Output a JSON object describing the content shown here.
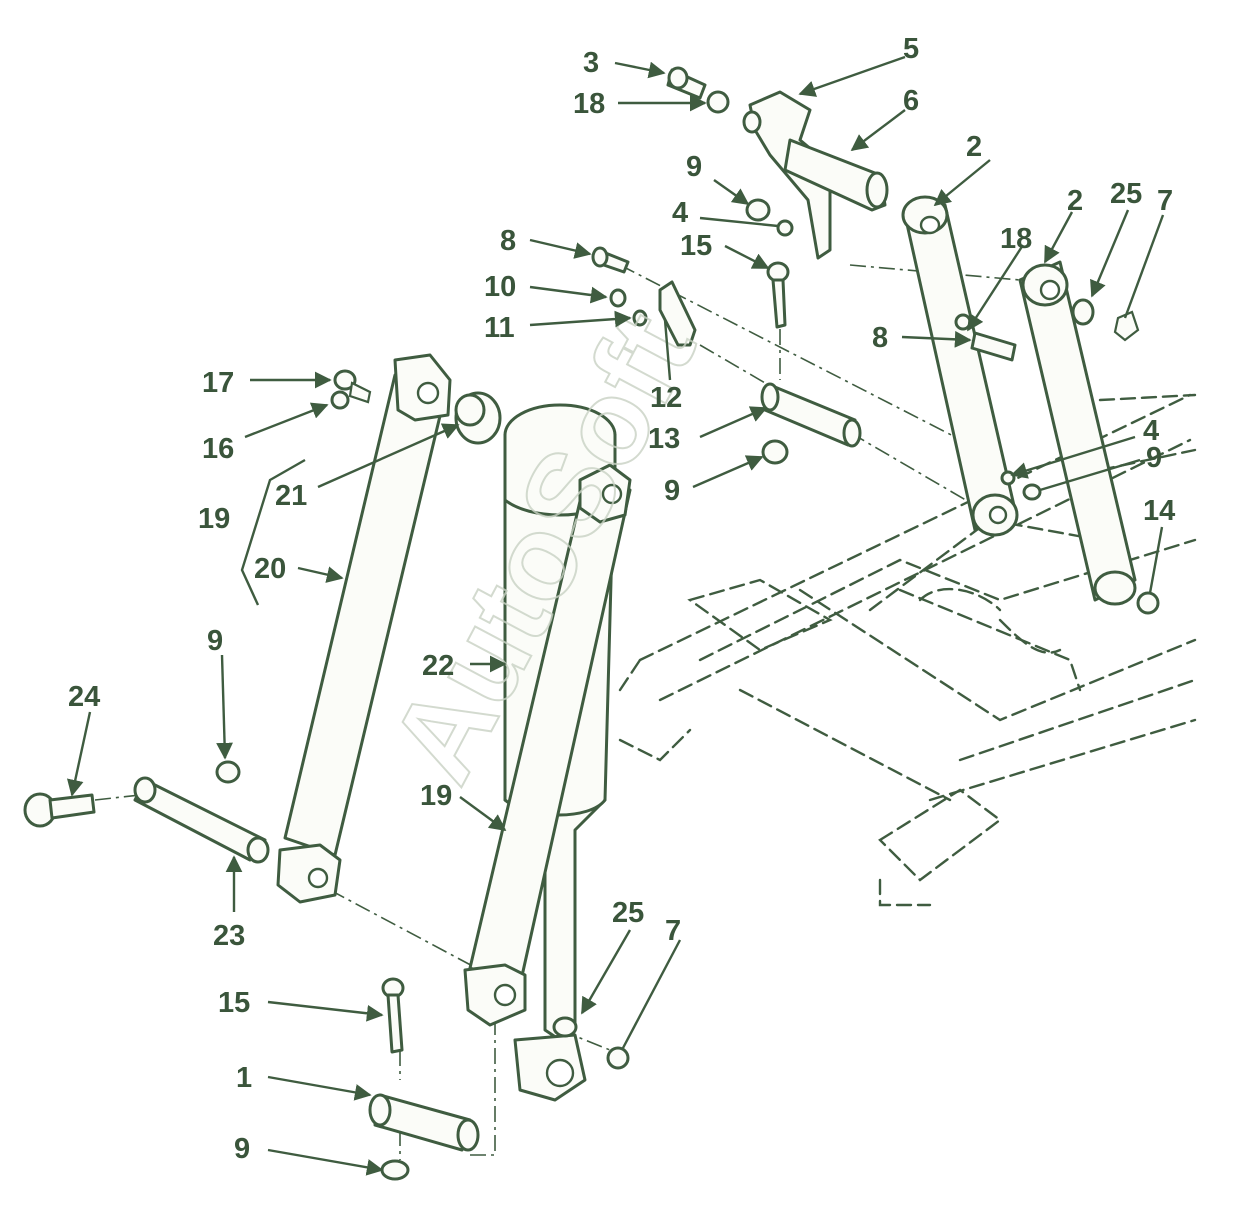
{
  "watermark": "AutoSoft",
  "callouts": {
    "c1": "1",
    "c2a": "2",
    "c2b": "2",
    "c3": "3",
    "c4a": "4",
    "c4b": "4",
    "c5": "5",
    "c6": "6",
    "c7a": "7",
    "c7b": "7",
    "c8a": "8",
    "c8b": "8",
    "c9a": "9",
    "c9b": "9",
    "c9c": "9",
    "c9d": "9",
    "c9e": "9",
    "c10": "10",
    "c11": "11",
    "c12": "12",
    "c13": "13",
    "c14": "14",
    "c15a": "15",
    "c15b": "15",
    "c16": "16",
    "c17": "17",
    "c18a": "18",
    "c18b": "18",
    "c19a": "19",
    "c19b": "19",
    "c20": "20",
    "c21": "21",
    "c22": "22",
    "c23": "23",
    "c24": "24",
    "c25a": "25",
    "c25b": "25"
  },
  "colors": {
    "ink": "#3f5c40",
    "label": "#3a553b",
    "watermark": "#c9d2c4",
    "paper": "#ffffff"
  }
}
